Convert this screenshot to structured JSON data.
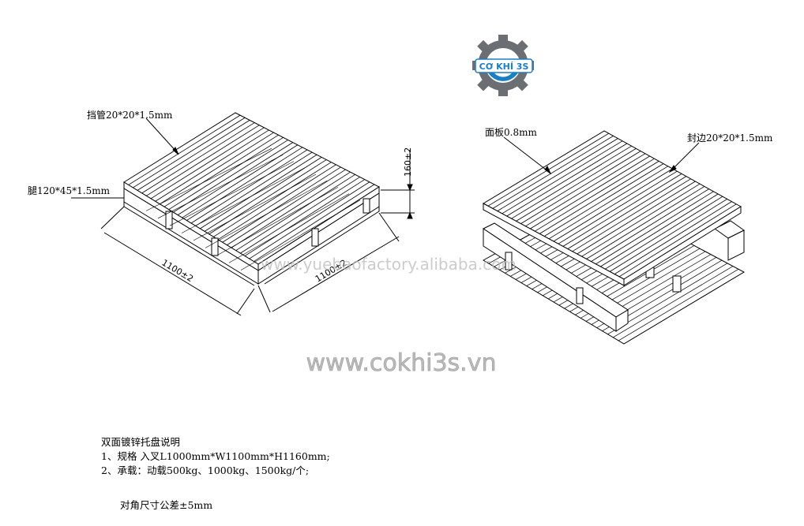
{
  "logo": {
    "text": "CƠ KHÍ 3S",
    "colors": {
      "gear": "#6b6e73",
      "ring": "#1a7fc3",
      "band": "#ffffff"
    }
  },
  "watermarks": {
    "main": "www.cokhi3s.vn",
    "overlay": "www.yuebaofactory.alibaba.com"
  },
  "left_view": {
    "labels": {
      "top_tube": "挡管20*20*1.5mm",
      "leg": "腿120*45*1.5mm",
      "height_dim": "160±2",
      "length_dim": "1100±2",
      "width_dim": "1100±2"
    }
  },
  "right_view": {
    "labels": {
      "panel": "面板0.8mm",
      "edge": "封边20*20*1.5mm"
    }
  },
  "notes": {
    "title": "双面镀锌托盘说明",
    "line1": "1、规格 入叉L1000mm*W1100mm*H1160mm;",
    "line2": "2、承载：动载500kg、1000kg、1500kg/个;",
    "tolerance": "对角尺寸公差±5mm"
  }
}
